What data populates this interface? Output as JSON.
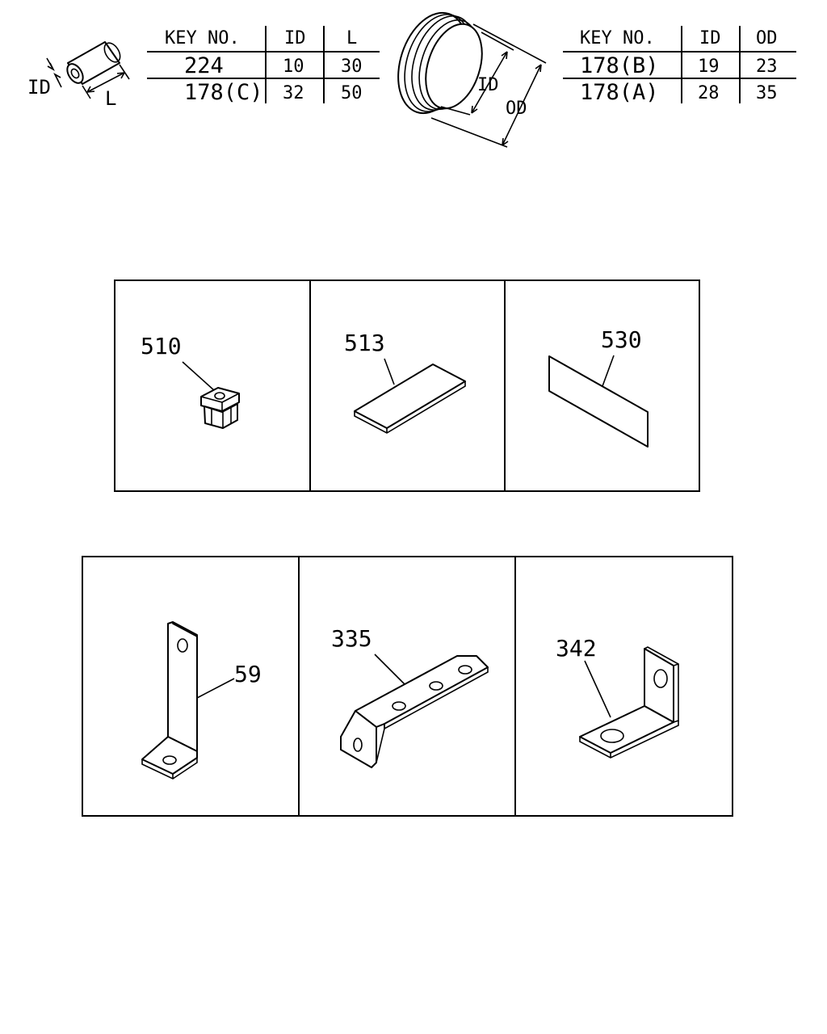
{
  "hose_table": {
    "headers": [
      "KEY NO.",
      "ID",
      "L"
    ],
    "rows": [
      {
        "key": "224",
        "id": "10",
        "l": "30"
      },
      {
        "key": "178(C)",
        "id": "32",
        "l": "50"
      }
    ],
    "dim_id": "ID",
    "dim_l": "L"
  },
  "grommet_table": {
    "headers": [
      "KEY NO.",
      "ID",
      "OD"
    ],
    "rows": [
      {
        "key": "178(B)",
        "id": "19",
        "od": "23"
      },
      {
        "key": "178(A)",
        "id": "28",
        "od": "35"
      }
    ],
    "dim_id": "ID",
    "dim_od": "OD"
  },
  "parts": {
    "p510": "510",
    "p513": "513",
    "p530": "530",
    "p59": "59",
    "p335": "335",
    "p342": "342"
  }
}
